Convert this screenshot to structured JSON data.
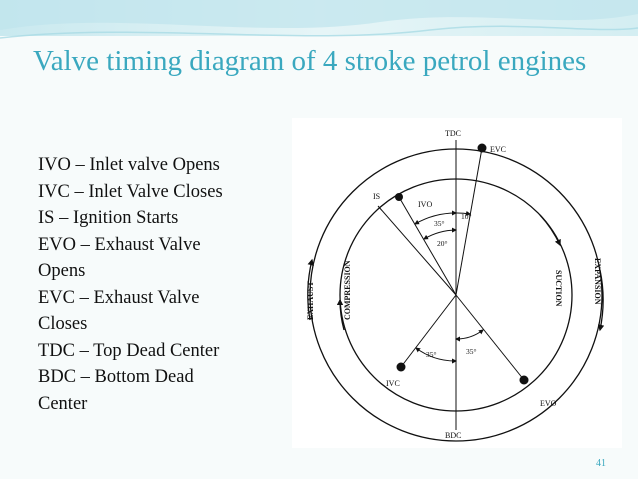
{
  "slide": {
    "title": "Valve timing diagram of 4 stroke petrol engines",
    "page_number": "41"
  },
  "legend": [
    "IVO – Inlet valve Opens",
    "IVC – Inlet Valve Closes",
    "IS – Ignition Starts",
    "EVO – Exhaust Valve",
    "Opens",
    "EVC – Exhaust Valve",
    "Closes",
    "TDC – Top Dead Center",
    "BDC – Bottom Dead",
    "Center"
  ],
  "diagram": {
    "labels": {
      "tdc": "TDC",
      "bdc": "BDC",
      "evc": "EVC",
      "ivo": "IVO",
      "is": "IS",
      "ivc": "IVC",
      "evo": "EVO",
      "exhaust": "EXHAUST",
      "compression": "COMPRESSION",
      "suction": "SUCTION",
      "expansion": "EXPANSION"
    },
    "angles": {
      "evc_after_tdc": "10°",
      "ivo_before_tdc": "35°",
      "is_before_tdc": "20°",
      "ivc_after_bdc": "35°",
      "evo_before_bdc": "35°"
    }
  },
  "colors": {
    "accent": "#3aa8bf",
    "background": "#f7fbfb"
  }
}
